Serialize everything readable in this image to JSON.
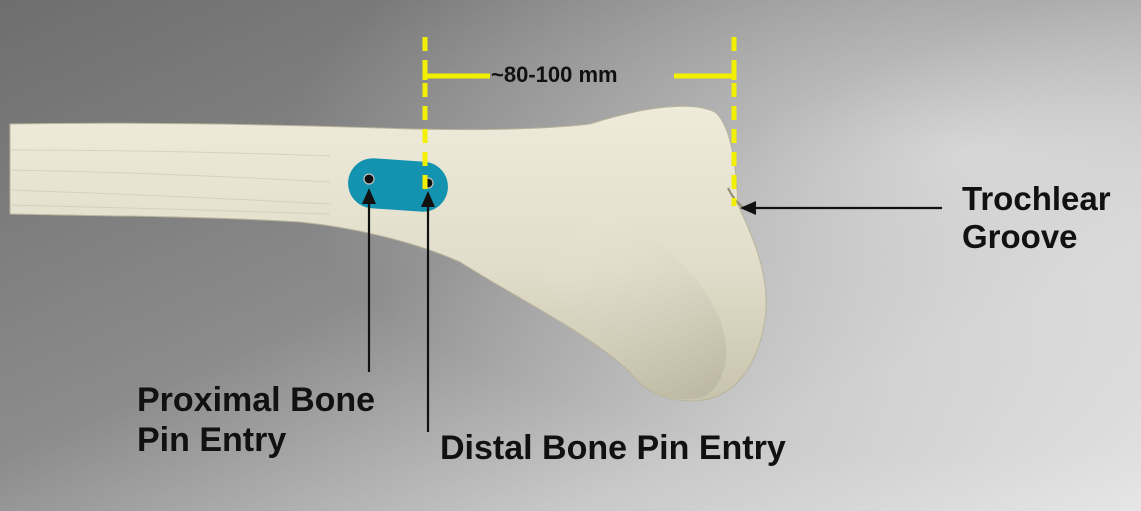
{
  "measurement": {
    "label": "~80-100 mm"
  },
  "labels": {
    "trochlear_line1": "Trochlear",
    "trochlear_line2": "Groove",
    "proximal_line1": "Proximal Bone",
    "proximal_line2": "Pin Entry",
    "distal": "Distal Bone Pin Entry"
  },
  "colors": {
    "guide": "#1493b0",
    "dimension_lines": "#f2ef00",
    "bone": "#e3dfcc",
    "text": "#111111"
  }
}
